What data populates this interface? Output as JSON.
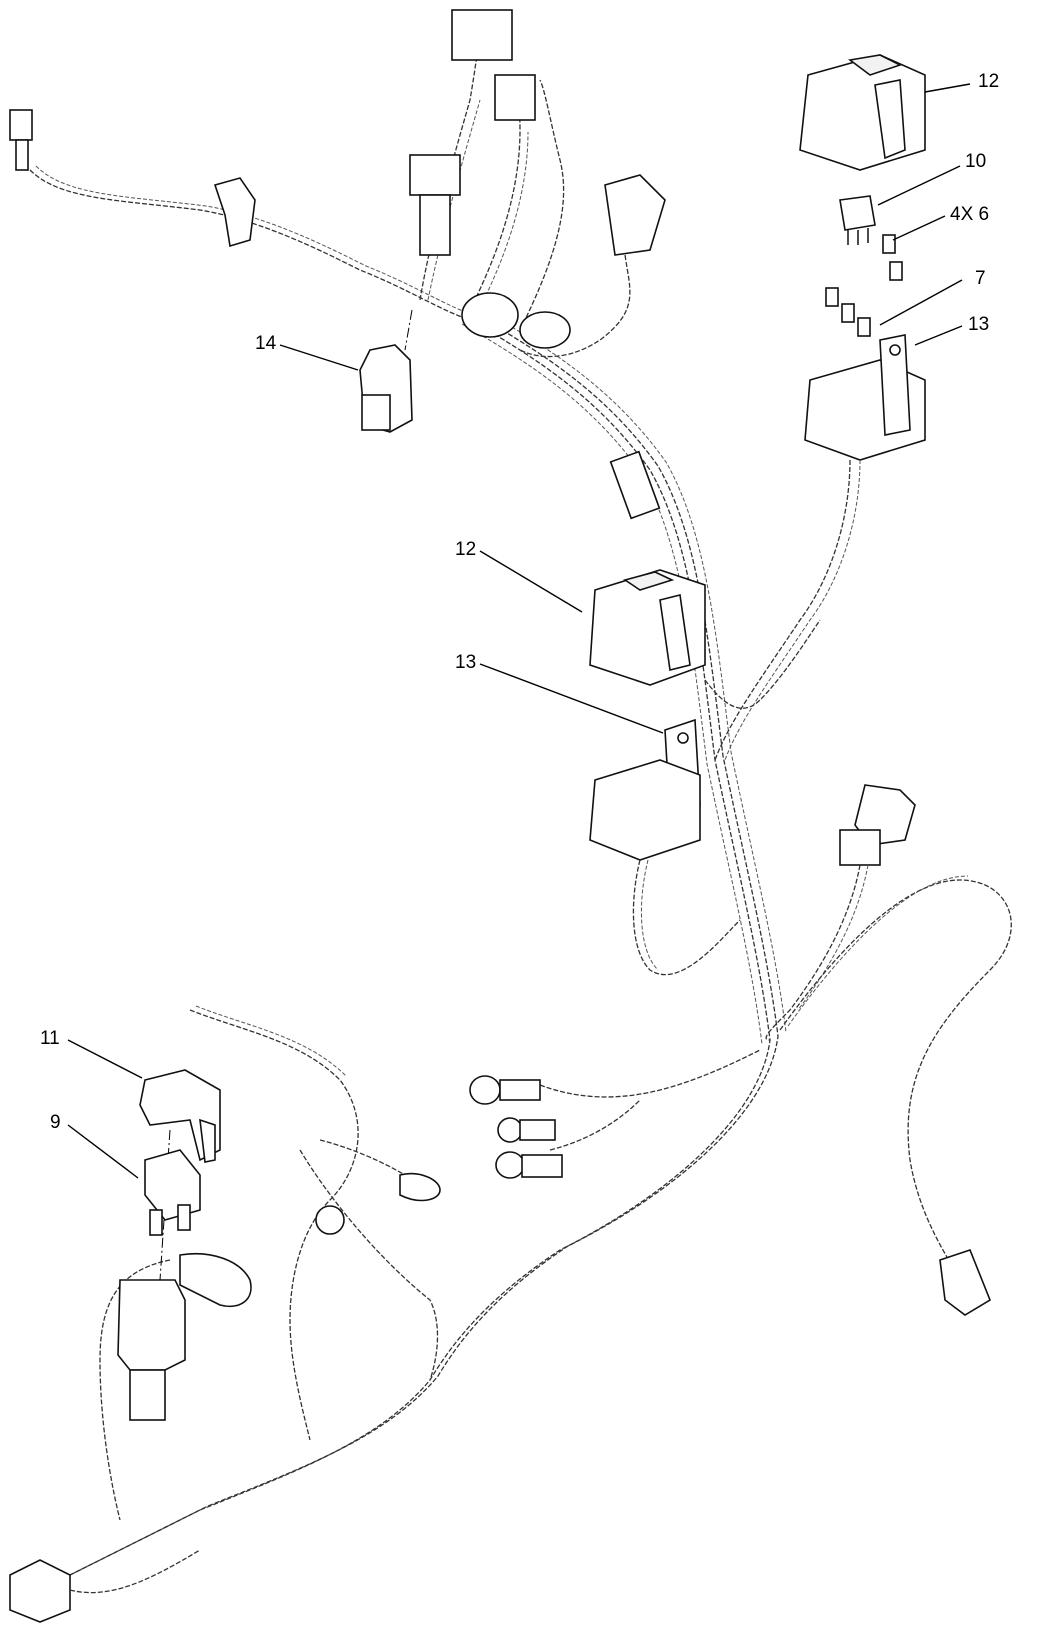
{
  "callouts": {
    "c12_top": "12",
    "c10": "10",
    "c4x6": "4X 6",
    "c7": "7",
    "c13_top": "13",
    "c14": "14",
    "c12_mid": "12",
    "c13_mid": "13",
    "c11": "11",
    "c9": "9"
  },
  "colors": {
    "line": "#000000",
    "background": "#ffffff"
  }
}
